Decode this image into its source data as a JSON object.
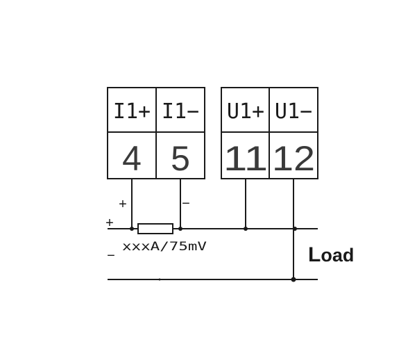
{
  "terminals": [
    {
      "label": "I1+",
      "number": "4"
    },
    {
      "label": "I1−",
      "number": "5"
    },
    {
      "label": "U1+",
      "number": "11"
    },
    {
      "label": "U1−",
      "number": "12"
    }
  ],
  "signs": {
    "current_plus": "+",
    "current_minus": "−",
    "line_plus": "+",
    "line_minus": "−"
  },
  "shunt_label": "xxxA/75mV",
  "load_label_first": "L",
  "load_label_rest": "oad",
  "colors": {
    "line": "#1a1a1a",
    "background": "#ffffff"
  }
}
